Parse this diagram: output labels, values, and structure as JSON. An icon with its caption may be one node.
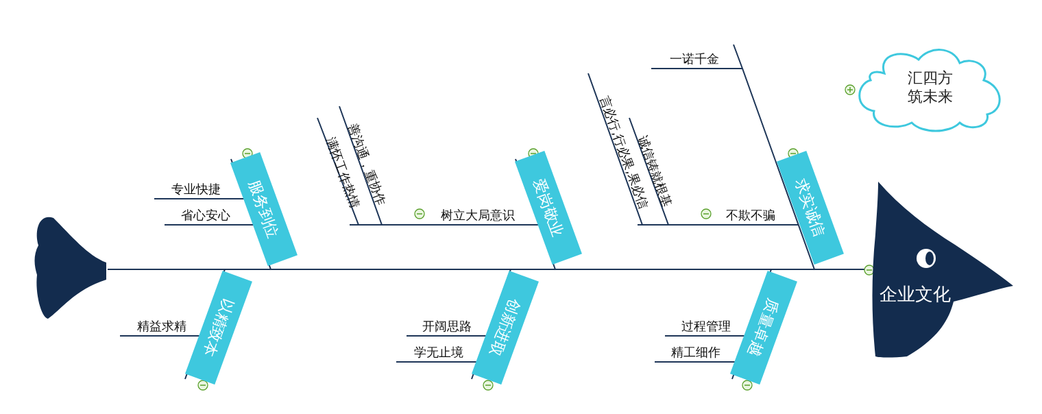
{
  "diagram": {
    "nodes": [
      {
        "text": [],
        "shape": "picture"
      },
      {
        "text": [
          "企业文化"
        ]
      },
      {
        "text": [
          "服务到位"
        ]
      },
      {
        "text": [
          "专业快捷"
        ]
      },
      {
        "text": [
          "省心安心"
        ]
      },
      {
        "text": [
          "爱岗敬业"
        ]
      },
      {
        "text": [
          "善沟通，重协作"
        ]
      },
      {
        "text": [
          "满怀工作热情"
        ]
      },
      {
        "text": [
          "树立大局意识"
        ]
      },
      {
        "text": [
          "求实诚信"
        ]
      },
      {
        "text": [
          "一诺千金"
        ]
      },
      {
        "text": [
          "言必行,行必果,果必信"
        ]
      },
      {
        "text": [
          "诚信铸就根基"
        ]
      },
      {
        "text": [
          "不欺不骗"
        ]
      },
      {
        "text": [
          "以精致本"
        ]
      },
      {
        "text": [
          "精益求精"
        ]
      },
      {
        "text": [
          "创新进取"
        ]
      },
      {
        "text": [
          "开阔思路"
        ]
      },
      {
        "text": [
          "学无止境"
        ]
      },
      {
        "text": [
          "质量卓越"
        ]
      },
      {
        "text": [
          "过程管理"
        ]
      },
      {
        "text": [
          "精工细作"
        ]
      },
      {
        "text": [
          "汇四方筑未来"
        ]
      }
    ],
    "edges": [
      {
        "from": 0,
        "to": 1,
        "arrow": "none"
      },
      {
        "from": 2,
        "to": 1,
        "arrow": "none"
      },
      {
        "from": 5,
        "to": 1,
        "arrow": "none"
      },
      {
        "from": 9,
        "to": 1,
        "arrow": "none"
      },
      {
        "from": 14,
        "to": 1,
        "arrow": "none"
      },
      {
        "from": 16,
        "to": 1,
        "arrow": "none"
      },
      {
        "from": 19,
        "to": 1,
        "arrow": "none"
      },
      {
        "from": 3,
        "to": 2,
        "arrow": "none"
      },
      {
        "from": 4,
        "to": 2,
        "arrow": "none"
      },
      {
        "from": 8,
        "to": 5,
        "arrow": "none"
      },
      {
        "from": 6,
        "to": 8,
        "arrow": "none"
      },
      {
        "from": 7,
        "to": 8,
        "arrow": "none"
      },
      {
        "from": 10,
        "to": 9,
        "arrow": "none"
      },
      {
        "from": 13,
        "to": 9,
        "arrow": "none"
      },
      {
        "from": 11,
        "to": 13,
        "arrow": "none"
      },
      {
        "from": 12,
        "to": 13,
        "arrow": "none"
      },
      {
        "from": 15,
        "to": 14,
        "arrow": "none"
      },
      {
        "from": 17,
        "to": 16,
        "arrow": "none"
      },
      {
        "from": 18,
        "to": 16,
        "arrow": "none"
      },
      {
        "from": 20,
        "to": 19,
        "arrow": "none"
      },
      {
        "from": 21,
        "to": 19,
        "arrow": "none"
      }
    ]
  }
}
